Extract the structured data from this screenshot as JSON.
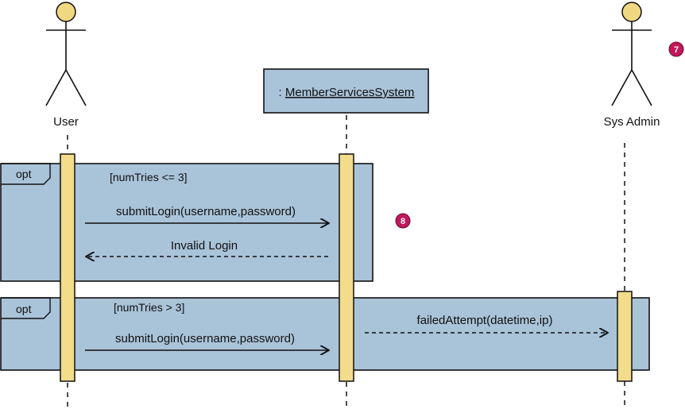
{
  "diagram": {
    "actors": {
      "user": {
        "label": "User"
      },
      "sysadmin": {
        "label": "Sys Admin"
      }
    },
    "system": {
      "prefix": ":",
      "name": "MemberServicesSystem"
    },
    "fragments": [
      {
        "operator": "opt",
        "guard": "[numTries <= 3]",
        "messages": [
          {
            "text": "submitLogin(username,password)",
            "kind": "sync"
          },
          {
            "text": "Invalid Login",
            "kind": "return"
          }
        ]
      },
      {
        "operator": "opt",
        "guard": "[numTries > 3]",
        "messages": [
          {
            "text": "submitLogin(username,password)",
            "kind": "sync"
          },
          {
            "text": "failedAttempt(datetime,ip)",
            "kind": "async"
          }
        ]
      }
    ],
    "badges": [
      "7",
      "8"
    ]
  },
  "colors": {
    "fragment_fill": "#a9c3d9",
    "activation_fill": "#f3dc8a",
    "actor_head": "#f0d882",
    "badge": "#c2185b",
    "line": "#111111"
  }
}
